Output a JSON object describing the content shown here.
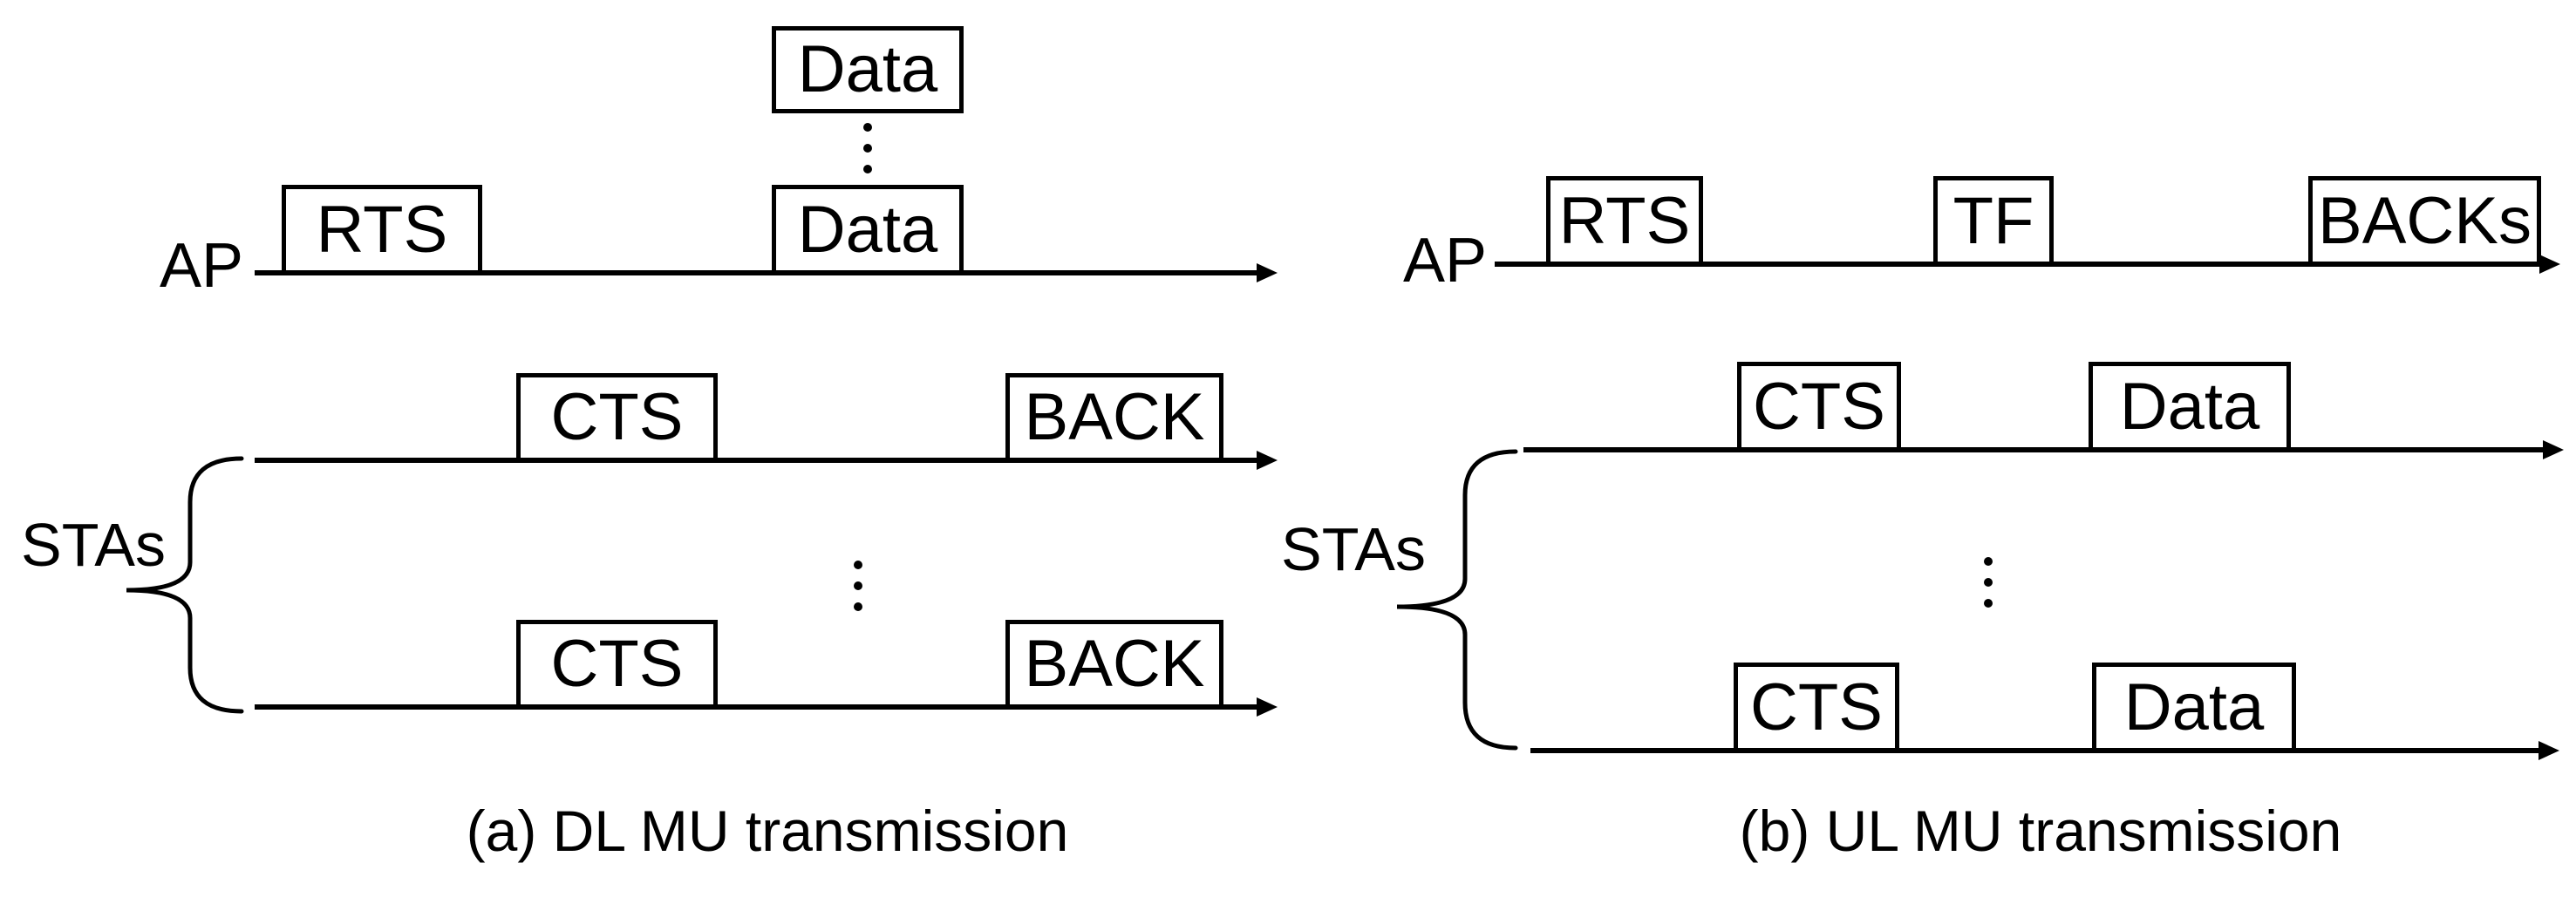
{
  "colors": {
    "background": "#ffffff",
    "ink": "#000000"
  },
  "diagram_a": {
    "caption": "(a) DL MU transmission",
    "ap_label": "AP",
    "stas_label": "STAs",
    "boxes": {
      "rts": "RTS",
      "data_on_line": "Data",
      "data_stacked": "Data",
      "sta1_cts": "CTS",
      "sta1_back": "BACK",
      "sta2_cts": "CTS",
      "sta2_back": "BACK"
    }
  },
  "diagram_b": {
    "caption": "(b) UL MU transmission",
    "ap_label": "AP",
    "stas_label": "STAs",
    "boxes": {
      "rts": "RTS",
      "tf": "TF",
      "backs": "BACKs",
      "sta1_cts": "CTS",
      "sta1_data": "Data",
      "sta2_cts": "CTS",
      "sta2_data": "Data"
    }
  }
}
